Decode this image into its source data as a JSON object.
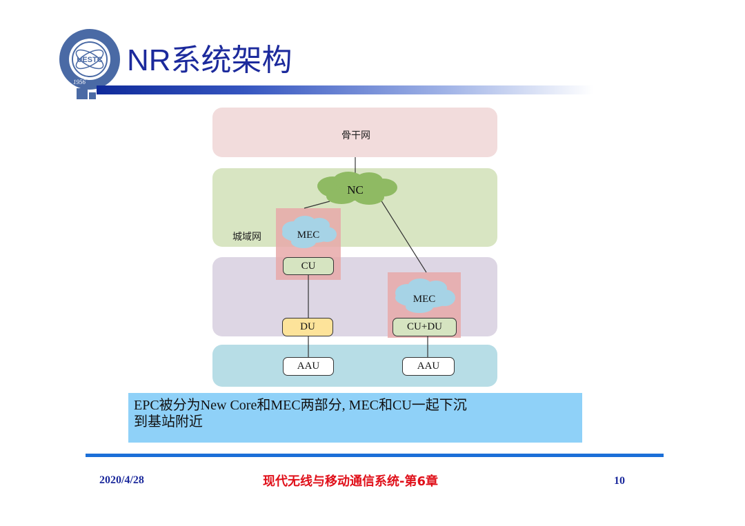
{
  "header": {
    "title": "NR系统架构",
    "logo": {
      "text": "UESTC",
      "year": "1956",
      "primary_color": "#4a6aa5"
    }
  },
  "diagram": {
    "backbone_label": "骨干网",
    "metro_label": "城域网",
    "nodes": {
      "nc": "NC",
      "mec_left": "MEC",
      "cu": "CU",
      "du": "DU",
      "mec_right": "MEC",
      "cu_du": "CU+DU",
      "aau_left": "AAU",
      "aau_right": "AAU"
    },
    "colors": {
      "backbone": "#f2dcdc",
      "metro": "#d8e5c2",
      "access": "#ddd6e4",
      "aau_band": "#b7dde6",
      "nc_cloud": "#8fba63",
      "mec_cloud": "#a6d3e6",
      "du": "#fde39a"
    }
  },
  "caption": {
    "line1": "EPC被分为New Core和MEC两部分, MEC和CU一起下沉",
    "line2": "到基站附近"
  },
  "footer": {
    "date": "2020/4/28",
    "course": "现代无线与移动通信系统-第6章",
    "page": "10"
  }
}
